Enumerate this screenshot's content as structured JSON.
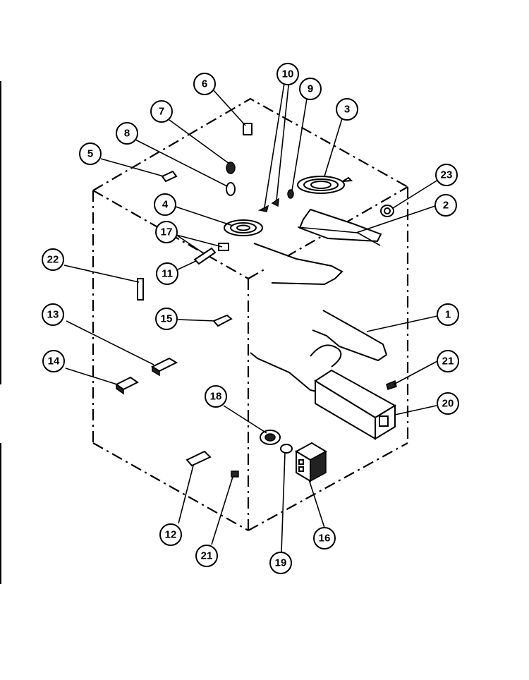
{
  "diagram": {
    "callouts": [
      {
        "id": "c1",
        "label": "1"
      },
      {
        "id": "c2",
        "label": "2"
      },
      {
        "id": "c3",
        "label": "3"
      },
      {
        "id": "c4",
        "label": "4"
      },
      {
        "id": "c5",
        "label": "5"
      },
      {
        "id": "c6",
        "label": "6"
      },
      {
        "id": "c7",
        "label": "7"
      },
      {
        "id": "c8",
        "label": "8"
      },
      {
        "id": "c9",
        "label": "9"
      },
      {
        "id": "c10",
        "label": "10"
      },
      {
        "id": "c11",
        "label": "11"
      },
      {
        "id": "c12",
        "label": "12"
      },
      {
        "id": "c13",
        "label": "13"
      },
      {
        "id": "c14",
        "label": "14"
      },
      {
        "id": "c15",
        "label": "15"
      },
      {
        "id": "c16",
        "label": "16"
      },
      {
        "id": "c17",
        "label": "17"
      },
      {
        "id": "c18",
        "label": "18"
      },
      {
        "id": "c19",
        "label": "19"
      },
      {
        "id": "c20",
        "label": "20"
      },
      {
        "id": "c21a",
        "label": "21"
      },
      {
        "id": "c21b",
        "label": "21"
      },
      {
        "id": "c22",
        "label": "22"
      },
      {
        "id": "c23",
        "label": "23"
      }
    ]
  }
}
